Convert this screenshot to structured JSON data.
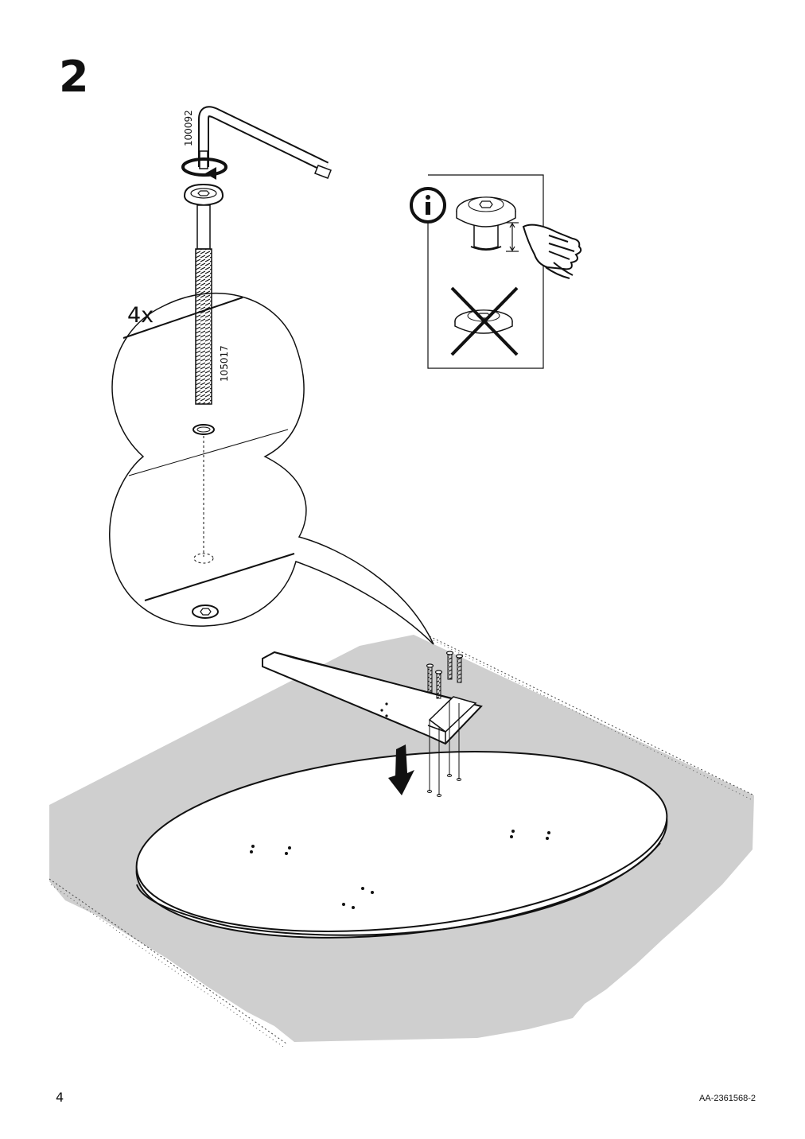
{
  "step": {
    "number": "2"
  },
  "parts": {
    "hex_key_code": "100092",
    "bolt_code": "105017",
    "quantity": "4x"
  },
  "info_box": {
    "icon": "info-icon"
  },
  "footer": {
    "page_number": "4",
    "document_id": "AA-2361568-2"
  }
}
